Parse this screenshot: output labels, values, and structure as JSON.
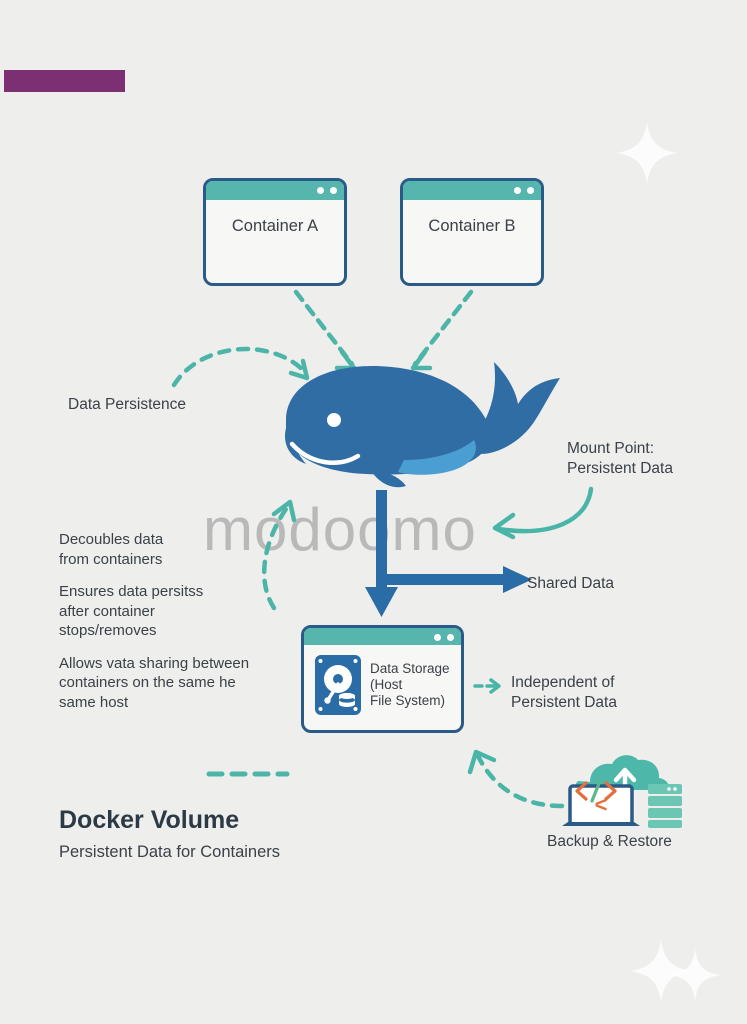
{
  "page": {
    "background_color": "#eeeeec",
    "accent_purple": "#7c2f72",
    "accent_teal": "#56b5ad",
    "accent_blue": "#2a5a87",
    "whale_blue": "#2f6da4",
    "watermark": "modoomo"
  },
  "containers": [
    {
      "label": "Container A",
      "name": "container-a"
    },
    {
      "label": "Container B",
      "name": "container-b"
    }
  ],
  "storage": {
    "line1": "Data Storage",
    "line2": "(Host",
    "line3": "File System)",
    "icon": "hard-drive-icon"
  },
  "labels": {
    "data_persistence": "Data Persistence",
    "mount_point_line1": "Mount Point:",
    "mount_point_line2": "Persistent Data",
    "shared_data": "Shared Data",
    "independent_line1": "Independent of",
    "independent_line2": "Persistent Data",
    "backup_restore": "Backup & Restore"
  },
  "bullets": [
    "Decoubles data\nfrom containers",
    "Ensures data persitss\nafter container\nstops/removes",
    "Allows vata sharing between\ncontainers on the same he\nsame host"
  ],
  "footer": {
    "title": "Docker Volume",
    "subtitle": "Persistent Data for Containers"
  },
  "code_glyph": {
    "left": "<",
    "slash": "/",
    "right": ">"
  }
}
